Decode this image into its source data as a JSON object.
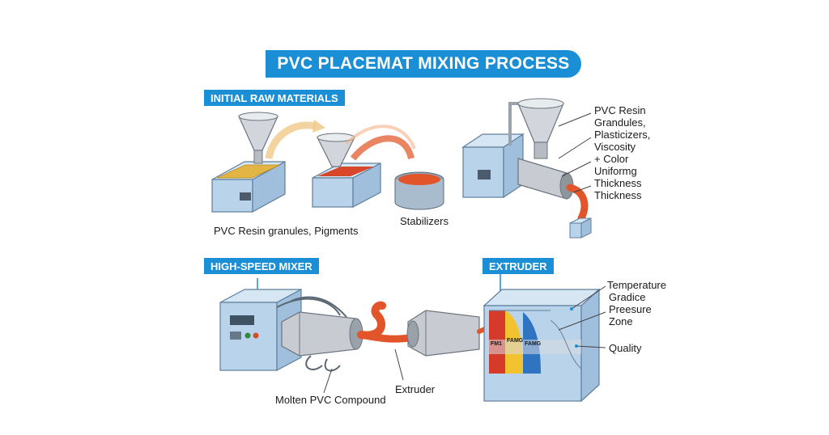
{
  "title": "PVC PLACEMAT MIXING PROCESS",
  "sections": {
    "raw_materials": "INITIAL RAW MATERIALS",
    "mixer": "HIGH-SPEED MIXER",
    "extruder": "EXTRUDER"
  },
  "labels": {
    "resin_pigments": "PVC Resin granules, Pigments",
    "stabilizers": "Stabilizers",
    "molten": "Molten PVC Compound",
    "extruder": "Extruder"
  },
  "top_right_callouts": [
    "PVC Resin",
    "Grandules,",
    "Plasticizers,",
    "Viscosity",
    "+ Color",
    "Uniformg",
    "Thickness",
    "Thickness"
  ],
  "bottom_right_callouts": [
    "Temperature",
    "Gradice",
    "Preesure",
    "Zone",
    "Quality"
  ],
  "zone_labels": [
    "FM1",
    "FAMG",
    "FAMG"
  ],
  "colors": {
    "accent": "#1a8fd6",
    "machine": "#b9d3ea",
    "machine_dark": "#7fa4c6",
    "steel": "#c8ccd2",
    "molten": "#e2552a",
    "zone_red": "#d63a2a",
    "zone_yellow": "#f2c230",
    "zone_blue": "#2f74c0"
  }
}
